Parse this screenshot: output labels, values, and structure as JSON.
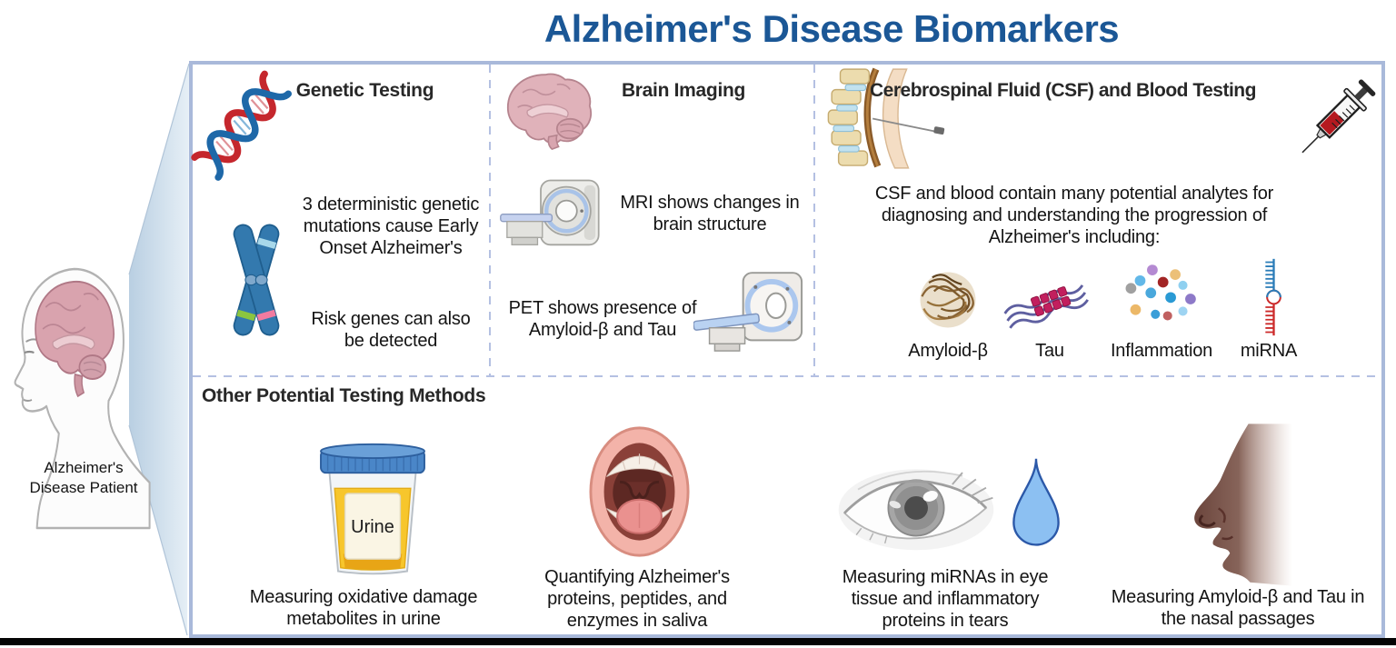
{
  "title": "Alzheimer's Disease Biomarkers",
  "patient": {
    "label": "Alzheimer's Disease Patient",
    "icon": "patient-head-icon"
  },
  "genetic": {
    "heading": "Genetic Testing",
    "icons": [
      "dna-icon",
      "chromosome-icon"
    ],
    "mutations_text": "3 deterministic genetic mutations cause Early Onset Alzheimer's",
    "risk_text": "Risk genes can also be detected"
  },
  "imaging": {
    "heading": "Brain Imaging",
    "icons": [
      "brain-icon",
      "mri-scanner-icon",
      "pet-scanner-icon"
    ],
    "mri_text": "MRI shows changes in brain structure",
    "pet_text": "PET shows presence of Amyloid-β and Tau"
  },
  "csf": {
    "heading": "Cerebrospinal Fluid (CSF) and Blood Testing",
    "icons": [
      "spine-csf-icon",
      "syringe-icon"
    ],
    "intro": "CSF and blood contain many potential analytes for diagnosing and understanding the progression of Alzheimer's including:",
    "analytes": [
      {
        "label": "Amyloid-β",
        "icon": "amyloid-icon"
      },
      {
        "label": "Tau",
        "icon": "tau-icon"
      },
      {
        "label": "Inflammation",
        "icon": "inflammation-icon"
      },
      {
        "label": "miRNA",
        "icon": "mirna-icon"
      }
    ]
  },
  "other": {
    "heading": "Other Potential Testing Methods",
    "urine_cup_label": "Urine",
    "methods": [
      {
        "icon": "urine-cup-icon",
        "text": "Measuring oxidative damage metabolites in urine"
      },
      {
        "icon": "mouth-icon",
        "text": "Quantifying Alzheimer's proteins, peptides, and enzymes in saliva"
      },
      {
        "icon": "eye-tear-icon",
        "text": "Measuring miRNAs in eye tissue and inflammatory proteins in tears"
      },
      {
        "icon": "nose-icon",
        "text": "Measuring Amyloid-β and Tau in the nasal passages"
      }
    ]
  },
  "colors": {
    "title": "#1b5796",
    "panel_border": "#a9b9da",
    "divider_dash": "#b4c0e2",
    "heading": "#282828",
    "body": "#141414",
    "dna_red": "#c5272d",
    "dna_blue": "#1e68a8",
    "chromosome_blue": "#3379ae",
    "brain_pink": "#e0b2ba",
    "urine_yellow": "#f7c62c",
    "lid_blue": "#4a86c8",
    "tear_blue": "#8cc0f2",
    "syringe_blood_red": "#b5191f",
    "funnel_blue": "#b9cfe2"
  }
}
